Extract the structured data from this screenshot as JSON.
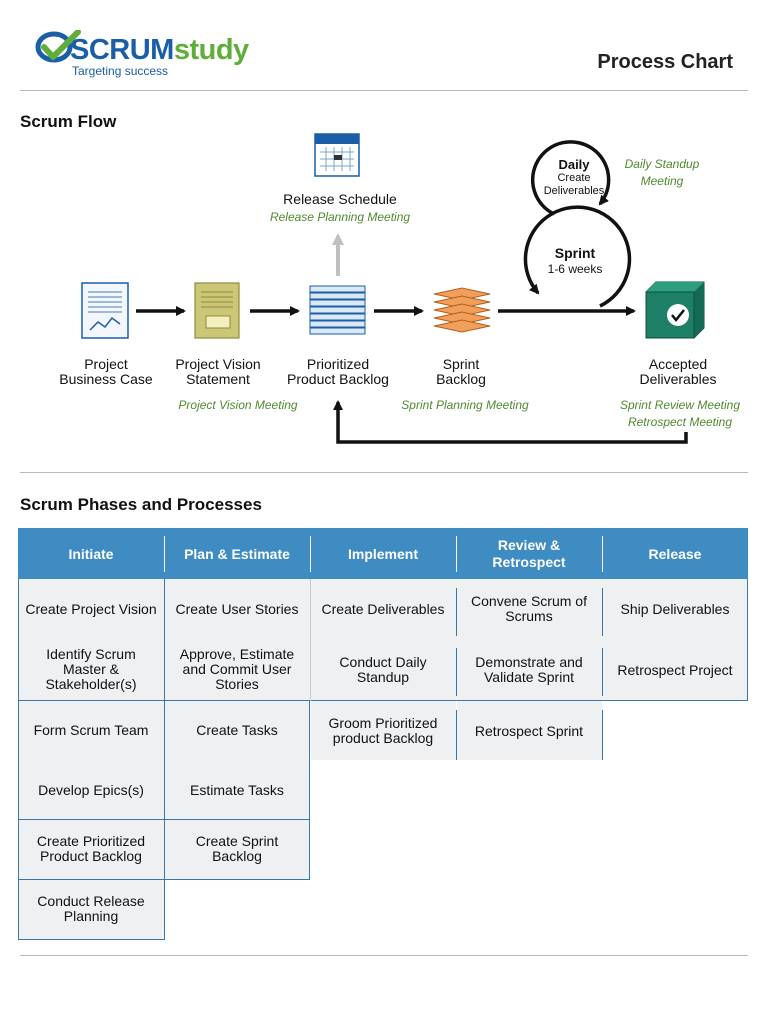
{
  "header": {
    "logo_scrum": "SCRUM",
    "logo_study": "study",
    "tagline": "Targeting success",
    "title": "Process Chart"
  },
  "flow": {
    "section_title": "Scrum Flow",
    "release_schedule": "Release Schedule",
    "release_planning_meeting": "Release Planning Meeting",
    "daily_title": "Daily",
    "daily_sub": [
      "Create",
      "Deliverables"
    ],
    "daily_standup_meeting": [
      "Daily Standup",
      "Meeting"
    ],
    "sprint_title": "Sprint",
    "sprint_duration": "1-6 weeks",
    "nodes": [
      [
        "Project",
        "Business Case"
      ],
      [
        "Project Vision",
        "Statement"
      ],
      [
        "Prioritized",
        "Product Backlog"
      ],
      [
        "Sprint",
        "Backlog"
      ],
      [
        "Accepted",
        "Deliverables"
      ]
    ],
    "project_vision_meeting": "Project Vision Meeting",
    "sprint_planning_meeting": "Sprint Planning Meeting",
    "sprint_review_meeting": "Sprint Review Meeting",
    "retrospect_meeting": "Retrospect Meeting"
  },
  "phases": {
    "section_title": "Scrum Phases and Processes",
    "headers": [
      "Initiate",
      "Plan & Estimate",
      "Implement",
      "Review & Retrospect",
      "Release"
    ],
    "initiate": [
      "Create Project Vision",
      "Identify Scrum Master & Stakeholder(s)",
      "Form Scrum Team",
      "Develop Epics(s)",
      "Create Prioritized Product Backlog",
      "Conduct Release Planning"
    ],
    "plan": [
      "Create User Stories",
      "Approve, Estimate and Commit User Stories",
      "Create Tasks",
      "Estimate Tasks",
      "Create Sprint Backlog"
    ],
    "implement": [
      "Create Deliverables",
      "Conduct Daily Standup",
      "Groom Prioritized product Backlog"
    ],
    "review": [
      "Convene Scrum of Scrums",
      "Demonstrate and Validate Sprint",
      "Retrospect Sprint"
    ],
    "release": [
      "Ship Deliverables",
      "Retrospect Project"
    ]
  },
  "colors": {
    "header_blue": "#3f8cc2",
    "brand_blue": "#1a5ea8",
    "brand_green": "#5fad3a",
    "meeting_green": "#4e8a2e"
  }
}
